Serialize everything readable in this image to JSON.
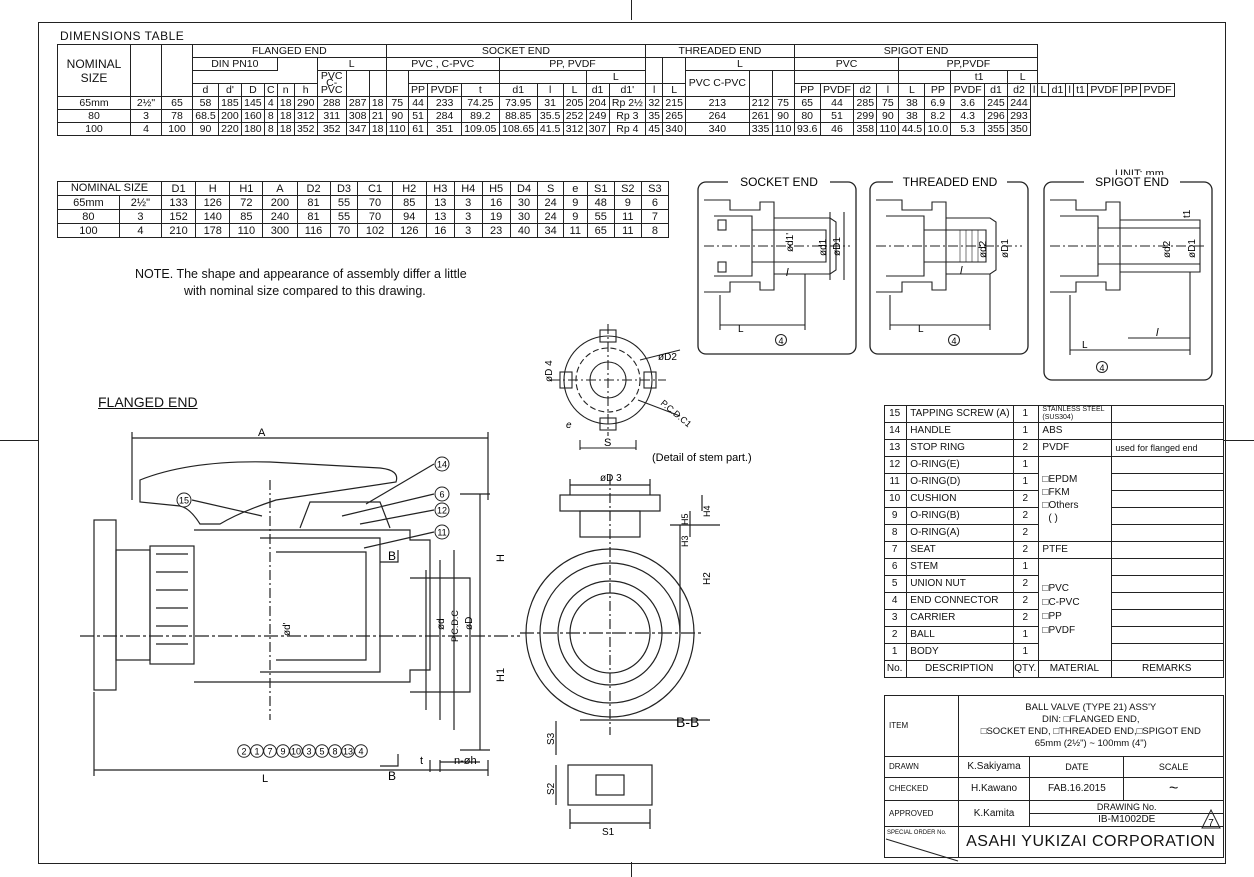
{
  "dimensions_table": {
    "title": "DIMENSIONS  TABLE",
    "group_headers": [
      "FLANGED  END",
      "SOCKET  END",
      "THREADED  END",
      "SPIGOT  END"
    ],
    "flanged_sub": [
      "DIN  PN10",
      "L"
    ],
    "socket_sub": [
      "PVC , C-PVC",
      "PP, PVDF"
    ],
    "spigot_sub": [
      "PVC",
      "PP,PVDF"
    ],
    "nominal_size": "NOMINAL SIZE",
    "pvc_cpvc": "PVC C-PVC",
    "cols": [
      "d",
      "d'",
      "D",
      "C",
      "n",
      "h",
      "PP",
      "PVDF",
      "t",
      "d1",
      "l",
      "L",
      "d1",
      "d1'",
      "l",
      "L",
      "PP",
      "PVDF",
      "d2",
      "l",
      "L",
      "PP",
      "PVDF",
      "d1",
      "d2",
      "l",
      "L",
      "d1",
      "l",
      "t1",
      "PVDF",
      "PP",
      "PVDF"
    ],
    "rows": [
      [
        "65mm",
        "2½\"",
        "65",
        "58",
        "185",
        "145",
        "4",
        "18",
        "290",
        "288",
        "287",
        "18",
        "75",
        "44",
        "233",
        "74.25",
        "73.95",
        "31",
        "205",
        "204",
        "Rp 2½",
        "32",
        "215",
        "213",
        "212",
        "75",
        "65",
        "44",
        "285",
        "75",
        "38",
        "6.9",
        "3.6",
        "245",
        "244"
      ],
      [
        "80",
        "3",
        "78",
        "68.5",
        "200",
        "160",
        "8",
        "18",
        "312",
        "311",
        "308",
        "21",
        "90",
        "51",
        "284",
        "89.2",
        "88.85",
        "35.5",
        "252",
        "249",
        "Rp 3",
        "35",
        "265",
        "264",
        "261",
        "90",
        "80",
        "51",
        "299",
        "90",
        "38",
        "8.2",
        "4.3",
        "296",
        "293"
      ],
      [
        "100",
        "4",
        "100",
        "90",
        "220",
        "180",
        "8",
        "18",
        "352",
        "352",
        "347",
        "18",
        "110",
        "61",
        "351",
        "109.05",
        "108.65",
        "41.5",
        "312",
        "307",
        "Rp 4",
        "45",
        "340",
        "340",
        "335",
        "110",
        "93.6",
        "46",
        "358",
        "110",
        "44.5",
        "10.0",
        "5.3",
        "355",
        "350"
      ]
    ]
  },
  "dimensions_table2": {
    "unit": "UNIT: mm",
    "nominal_size": "NOMINAL SIZE",
    "cols": [
      "D1",
      "H",
      "H1",
      "A",
      "D2",
      "D3",
      "C1",
      "H2",
      "H3",
      "H4",
      "H5",
      "D4",
      "S",
      "e",
      "S1",
      "S2",
      "S3"
    ],
    "rows": [
      [
        "65mm",
        "2½\"",
        "133",
        "126",
        "72",
        "200",
        "81",
        "55",
        "70",
        "85",
        "13",
        "3",
        "16",
        "30",
        "24",
        "9",
        "48",
        "9",
        "6"
      ],
      [
        "80",
        "3",
        "152",
        "140",
        "85",
        "240",
        "81",
        "55",
        "70",
        "94",
        "13",
        "3",
        "19",
        "30",
        "24",
        "9",
        "55",
        "11",
        "7"
      ],
      [
        "100",
        "4",
        "210",
        "178",
        "110",
        "300",
        "116",
        "70",
        "102",
        "126",
        "16",
        "3",
        "23",
        "40",
        "34",
        "11",
        "65",
        "11",
        "8"
      ]
    ]
  },
  "note": {
    "line1": "NOTE.  The shape and appearance of assembly differ a little",
    "line2": "with nominal size compared to this drawing."
  },
  "views": {
    "socket_end": "SOCKET  END",
    "threaded_end": "THREADED  END",
    "spigot_end": "SPIGOT END",
    "flanged_end": "FLANGED  END",
    "stem_detail": "(Detail of stem part.)",
    "section": "B-B"
  },
  "parts_list": {
    "rows": [
      {
        "no": "15",
        "desc": "TAPPING SCREW (A)",
        "qty": "1",
        "material": "STAINLESS STEEL (SUS304)",
        "remarks": ""
      },
      {
        "no": "14",
        "desc": "HANDLE",
        "qty": "1",
        "material": "ABS",
        "remarks": ""
      },
      {
        "no": "13",
        "desc": "STOP RING",
        "qty": "2",
        "material": "PVDF",
        "remarks": "used for flanged end"
      },
      {
        "no": "12",
        "desc": "O-RING(E)",
        "qty": "1",
        "material": "",
        "remarks": ""
      },
      {
        "no": "11",
        "desc": "O-RING(D)",
        "qty": "1",
        "material": "",
        "remarks": ""
      },
      {
        "no": "10",
        "desc": "CUSHION",
        "qty": "2",
        "material": "",
        "remarks": ""
      },
      {
        "no": "9",
        "desc": "O-RING(B)",
        "qty": "2",
        "material": "",
        "remarks": ""
      },
      {
        "no": "8",
        "desc": "O-RING(A)",
        "qty": "2",
        "material": "",
        "remarks": ""
      },
      {
        "no": "7",
        "desc": "SEAT",
        "qty": "2",
        "material": "PTFE",
        "remarks": ""
      },
      {
        "no": "6",
        "desc": "STEM",
        "qty": "1",
        "material": "",
        "remarks": ""
      },
      {
        "no": "5",
        "desc": "UNION  NUT",
        "qty": "2",
        "material": "",
        "remarks": ""
      },
      {
        "no": "4",
        "desc": "END CONNECTOR",
        "qty": "2",
        "material": "",
        "remarks": ""
      },
      {
        "no": "3",
        "desc": "CARRIER",
        "qty": "2",
        "material": "",
        "remarks": ""
      },
      {
        "no": "2",
        "desc": "BALL",
        "qty": "1",
        "material": "",
        "remarks": ""
      },
      {
        "no": "1",
        "desc": "BODY",
        "qty": "1",
        "material": "",
        "remarks": ""
      }
    ],
    "elastomer_options": [
      "□EPDM",
      "□FKM",
      "□Others",
      "(        )"
    ],
    "plastic_options": [
      "□PVC",
      "□C-PVC",
      "□PP",
      "□PVDF"
    ],
    "header": {
      "no": "No.",
      "desc": "DESCRIPTION",
      "qty": "QTY.",
      "material": "MATERIAL",
      "remarks": "REMARKS"
    }
  },
  "title_block": {
    "item_label": "ITEM",
    "item_lines": [
      "BALL  VALVE  (TYPE 21)  ASS'Y",
      "DIN: □FLANGED END,",
      "□SOCKET END, □THREADED END,□SPIGOT END",
      "65mm (2½\")  ~  100mm (4\")"
    ],
    "drawn_label": "DRAWN",
    "drawn": "K.Sakiyama",
    "checked_label": "CHECKED",
    "checked": "H.Kawano",
    "approved_label": "APPROVED",
    "approved": "K.Kamita",
    "date_label": "DATE",
    "date": "FAB.16.2015",
    "scale_label": "SCALE",
    "scale": "~",
    "drawing_no_label": "DRAWING No.",
    "drawing_no": "IB-M1002DE",
    "revision": "7",
    "special_order": "SPECIAL ORDER No.",
    "company": "ASAHI YUKIZAI CORPORATION"
  },
  "balloons": [
    "14",
    "6",
    "12",
    "11",
    "15"
  ],
  "bottom_balloons": [
    "2",
    "1",
    "7",
    "9",
    "10",
    "3",
    "5",
    "8",
    "13",
    "4"
  ],
  "dim_labels": {
    "A": "A",
    "L": "L",
    "H": "H",
    "H1": "H1",
    "H2": "H2",
    "H3": "H3",
    "H4": "H4",
    "H5": "H5",
    "B": "B",
    "t": "t",
    "n_h": "n-øh",
    "d_prime": "ød'",
    "d": "ød",
    "pcd_c": "P.C.D.C",
    "D": "øD",
    "D2": "øD2",
    "D4": "øD 4",
    "pcd_c1": "P.C.D.C1",
    "S": "S",
    "e": "e",
    "D3": "øD 3",
    "S1": "S1",
    "S2": "S2",
    "S3": "S3",
    "l": "l",
    "t1": "t1",
    "d1p": "ød1'",
    "d1": "ød1",
    "D1": "øD1",
    "d2": "ød2",
    "four": "4"
  }
}
